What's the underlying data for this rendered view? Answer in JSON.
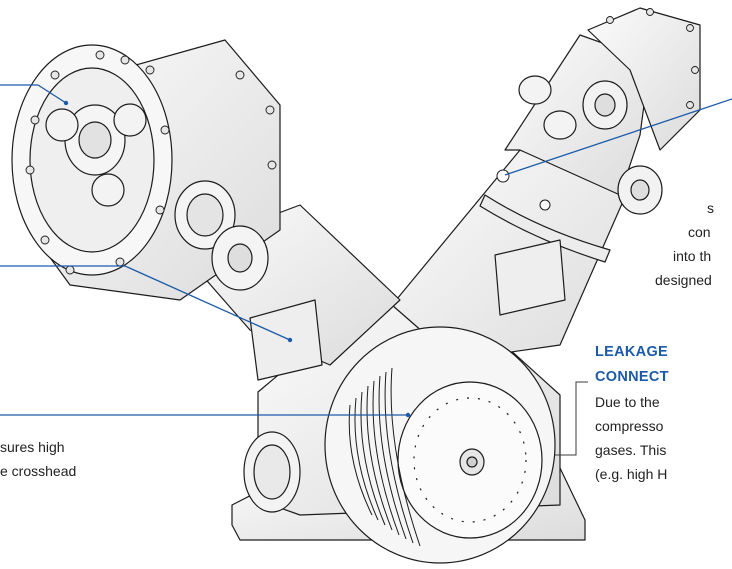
{
  "colors": {
    "accent": "#1a5aa8",
    "leader": "#1a5aa8",
    "callout_line": "#3b3b3b",
    "line_art": "#1c1c1c",
    "metal": "#f4f4f4",
    "metal_shade": "#d9d9d9"
  },
  "callouts": {
    "crosshead_text": {
      "line1": "sures high",
      "line2": "e crosshead"
    },
    "right_upper_text": {
      "line1": "s",
      "line2": "con",
      "line3": "into th",
      "line4": "designed"
    },
    "leakage": {
      "heading_line1": "LEAKAGE",
      "heading_line2": "CONNECT",
      "body_line1": "Due to the",
      "body_line2": "compresso",
      "body_line3": "gases. This",
      "body_line4": "(e.g. high H"
    }
  }
}
